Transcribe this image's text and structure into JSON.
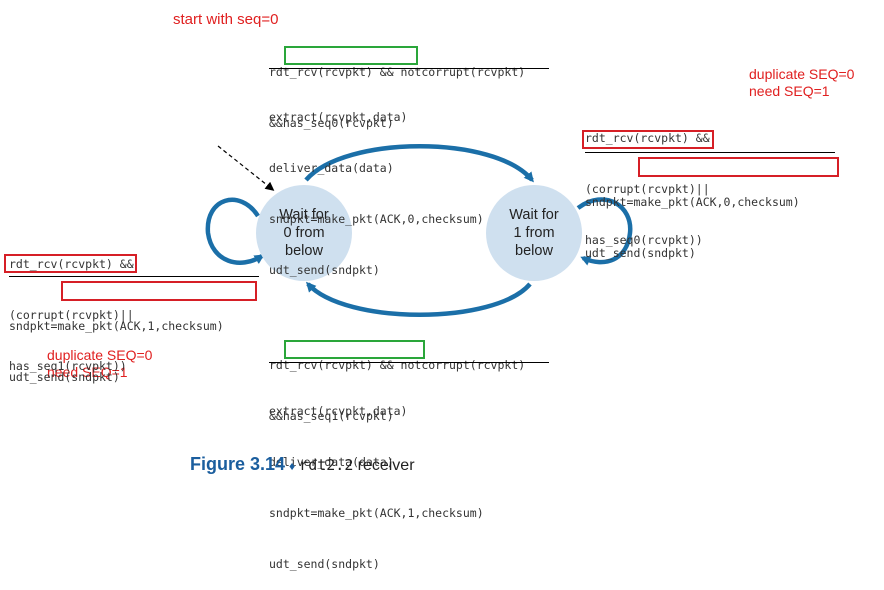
{
  "annotations": {
    "start": "start with seq=0",
    "dup_right_1": "duplicate SEQ=0",
    "dup_right_2": "need SEQ=1",
    "dup_left_1": "duplicate SEQ=0",
    "dup_left_2": "need SEQ=1"
  },
  "states": {
    "wait0": [
      "Wait for",
      "0 from",
      "below"
    ],
    "wait1": [
      "Wait for",
      "1 from",
      "below"
    ]
  },
  "top_transition": {
    "event1": "rdt_rcv(rcvpkt) && notcorrupt(rcvpkt)",
    "event2_prefix": "&&",
    "event2_boxed": "has_seq0(rcvpkt)",
    "actions": [
      "extract(rcvpkt,data)",
      "deliver_data(data)",
      "sndpkt=make_pkt(ACK,0,checksum)",
      "udt_send(sndpkt)"
    ]
  },
  "right_loop": {
    "event1": "rdt_rcv(rcvpkt) &&",
    "event2": "(corrupt(rcvpkt)||",
    "event3_boxed": "has_seq0(rcvpkt)",
    "event3_suffix": ")",
    "action1_prefix": "sndpkt=",
    "action1_boxed": "make_pkt(ACK,0,checksum)",
    "action2": "udt_send(sndpkt)"
  },
  "left_loop": {
    "event1": "rdt_rcv(rcvpkt) &&",
    "event2": "(corrupt(rcvpkt)||",
    "event3_boxed": "has_seq1(rcvpkt)",
    "event3_suffix": ")",
    "action1_prefix": "sndpkt=",
    "action1_boxed": "make_pkt(ACK,1,checksum)",
    "action2": "udt_send(sndpkt)"
  },
  "bottom_transition": {
    "event1": "rdt_rcv(rcvpkt) && notcorrupt(rcvpkt)",
    "event2_prefix": "&&",
    "event2_boxed": "has_seq1(rcvpkt)",
    "actions": [
      "extract(rcvpkt,data)",
      "deliver_data(data)",
      "sndpkt=make_pkt(ACK,1,checksum)",
      "udt_send(sndpkt)"
    ]
  },
  "caption": {
    "figure": "Figure 3.14",
    "name": "rdt2.2",
    "text": "receiver"
  },
  "colors": {
    "arrow": "#1b6fa8",
    "state_fill": "#cfe0ef",
    "highlight_red": "#d61f26",
    "highlight_green": "#2aa63a",
    "annotation_red": "#e02020"
  }
}
